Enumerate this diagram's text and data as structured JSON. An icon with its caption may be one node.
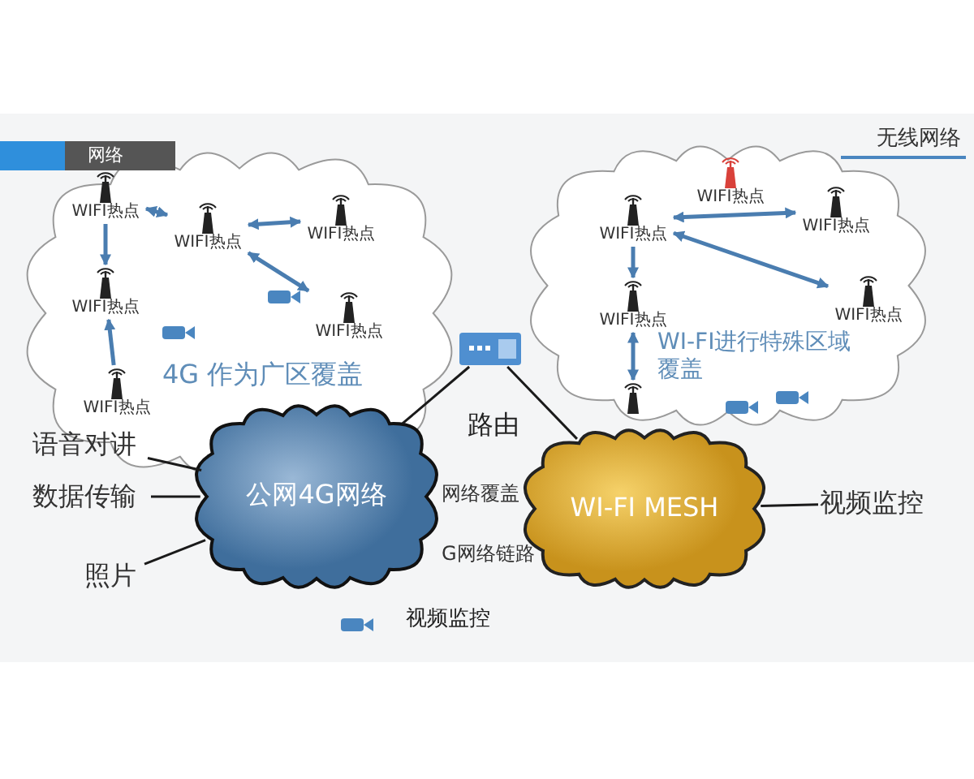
{
  "diagram": {
    "nodes": [
      {
        "text": [
          "网络"
        ]
      },
      {
        "text": [
          "4G 作为广区覆盖"
        ]
      },
      {
        "text": [
          "WIFI热点"
        ],
        "in": 1
      },
      {
        "text": [
          "WIFI热点"
        ],
        "in": 1
      },
      {
        "text": [
          "WIFI热点"
        ],
        "in": 1
      },
      {
        "text": [
          "WIFI热点"
        ],
        "in": 1
      },
      {
        "text": [
          "WIFI热点"
        ],
        "in": 1
      },
      {
        "text": [
          "WIFI热点"
        ],
        "in": 1
      },
      {
        "text": [
          "WI-FI进行特殊区域覆盖"
        ]
      },
      {
        "text": [
          "WIFI热点"
        ],
        "in": 8
      },
      {
        "text": [
          "WIFI热点"
        ],
        "in": 8
      },
      {
        "text": [
          "WIFI热点"
        ],
        "in": 8
      },
      {
        "text": [
          "WIFI热点"
        ],
        "in": 8
      },
      {
        "text": [
          "WIFI热点"
        ],
        "in": 8
      },
      {
        "text": [],
        "shape": "picture",
        "in": 8
      },
      {
        "text": [],
        "shape": "picture"
      },
      {
        "text": [
          "公网4G网络"
        ]
      },
      {
        "text": [
          "WI-FI MESH"
        ]
      },
      {
        "text": [
          "语音对讲"
        ]
      },
      {
        "text": [
          "数据传输"
        ]
      },
      {
        "text": [
          "照片"
        ]
      },
      {
        "text": [
          "视频监控"
        ]
      }
    ],
    "edges": [
      {
        "from": 2,
        "to": 3,
        "arrow": "both"
      },
      {
        "from": 3,
        "to": 4,
        "arrow": "both"
      },
      {
        "from": 3,
        "to": 6,
        "arrow": "both"
      },
      {
        "from": 2,
        "to": 5,
        "arrow": "to"
      },
      {
        "from": 7,
        "to": 5,
        "arrow": "to"
      },
      {
        "from": 9,
        "to": 11,
        "arrow": "both"
      },
      {
        "from": 9,
        "to": 13,
        "arrow": "both"
      },
      {
        "from": 9,
        "to": 12,
        "arrow": "to"
      },
      {
        "from": 12,
        "to": 14,
        "arrow": "both"
      },
      {
        "from": 15,
        "to": 16,
        "arrow": "none",
        "color": "#1a1a1a"
      },
      {
        "from": 15,
        "to": 17,
        "arrow": "none",
        "color": "#1a1a1a"
      },
      {
        "from": 18,
        "to": 16,
        "arrow": "none",
        "color": "#1a1a1a"
      },
      {
        "from": 19,
        "to": 16,
        "arrow": "none",
        "color": "#1a1a1a"
      },
      {
        "from": 20,
        "to": 16,
        "arrow": "none",
        "color": "#1a1a1a"
      },
      {
        "from": 17,
        "to": 21,
        "arrow": "none",
        "color": "#1a1a1a"
      }
    ],
    "labels": [
      "无线网络",
      "路由",
      "网络覆盖",
      "G网络链路",
      "视频监控"
    ]
  }
}
